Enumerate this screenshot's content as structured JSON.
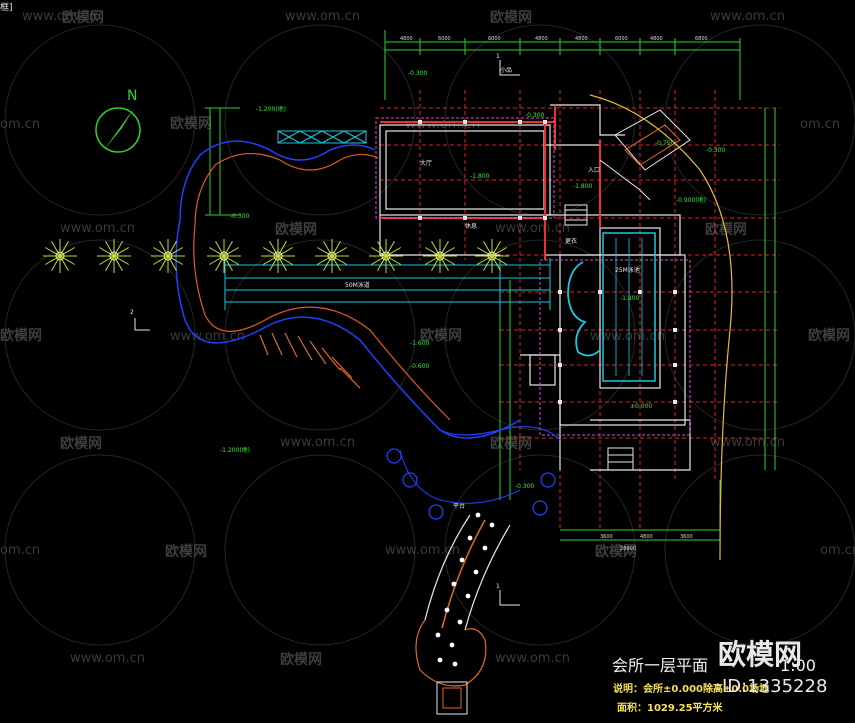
{
  "corner_tag": "框]",
  "watermarks": {
    "site_url": "www.om.cn",
    "site_cn": "欧模网",
    "site_short": "om.cn",
    "big_logo": "欧模网",
    "id_text": "ID:1335228"
  },
  "compass": {
    "label": "N"
  },
  "title": {
    "main": "会所一层平面",
    "scale": "1:00",
    "note": "说明：会所±0.000除高±0.0场地",
    "area": "面积：1029.25平方米"
  },
  "levels": {
    "l1": "-0.300",
    "l2": "-1.200(地)",
    "l3": "-0.300",
    "l4": "-0.300",
    "l5": "-1.800",
    "l6": "-1.800",
    "l7": "-1.800",
    "l8": "-0.750",
    "l9": "-0.300",
    "l10": "-0.900(地)",
    "l11": "-1.200(地)",
    "l12": "-0.300",
    "l13": "-1.600",
    "l14": "-0.600",
    "l15": "±0.000"
  },
  "labels": {
    "pool_25": "25M泳池",
    "lap_50": "50M泳道",
    "axis_1": "1",
    "axis_2": "2",
    "small_1": "小品",
    "small_2": "入口",
    "small_3": "休息",
    "small_4": "更衣",
    "small_5": "大厅",
    "small_6": "平台"
  },
  "icons": {
    "tree": "tree-icon",
    "compass": "north-arrow-icon"
  }
}
